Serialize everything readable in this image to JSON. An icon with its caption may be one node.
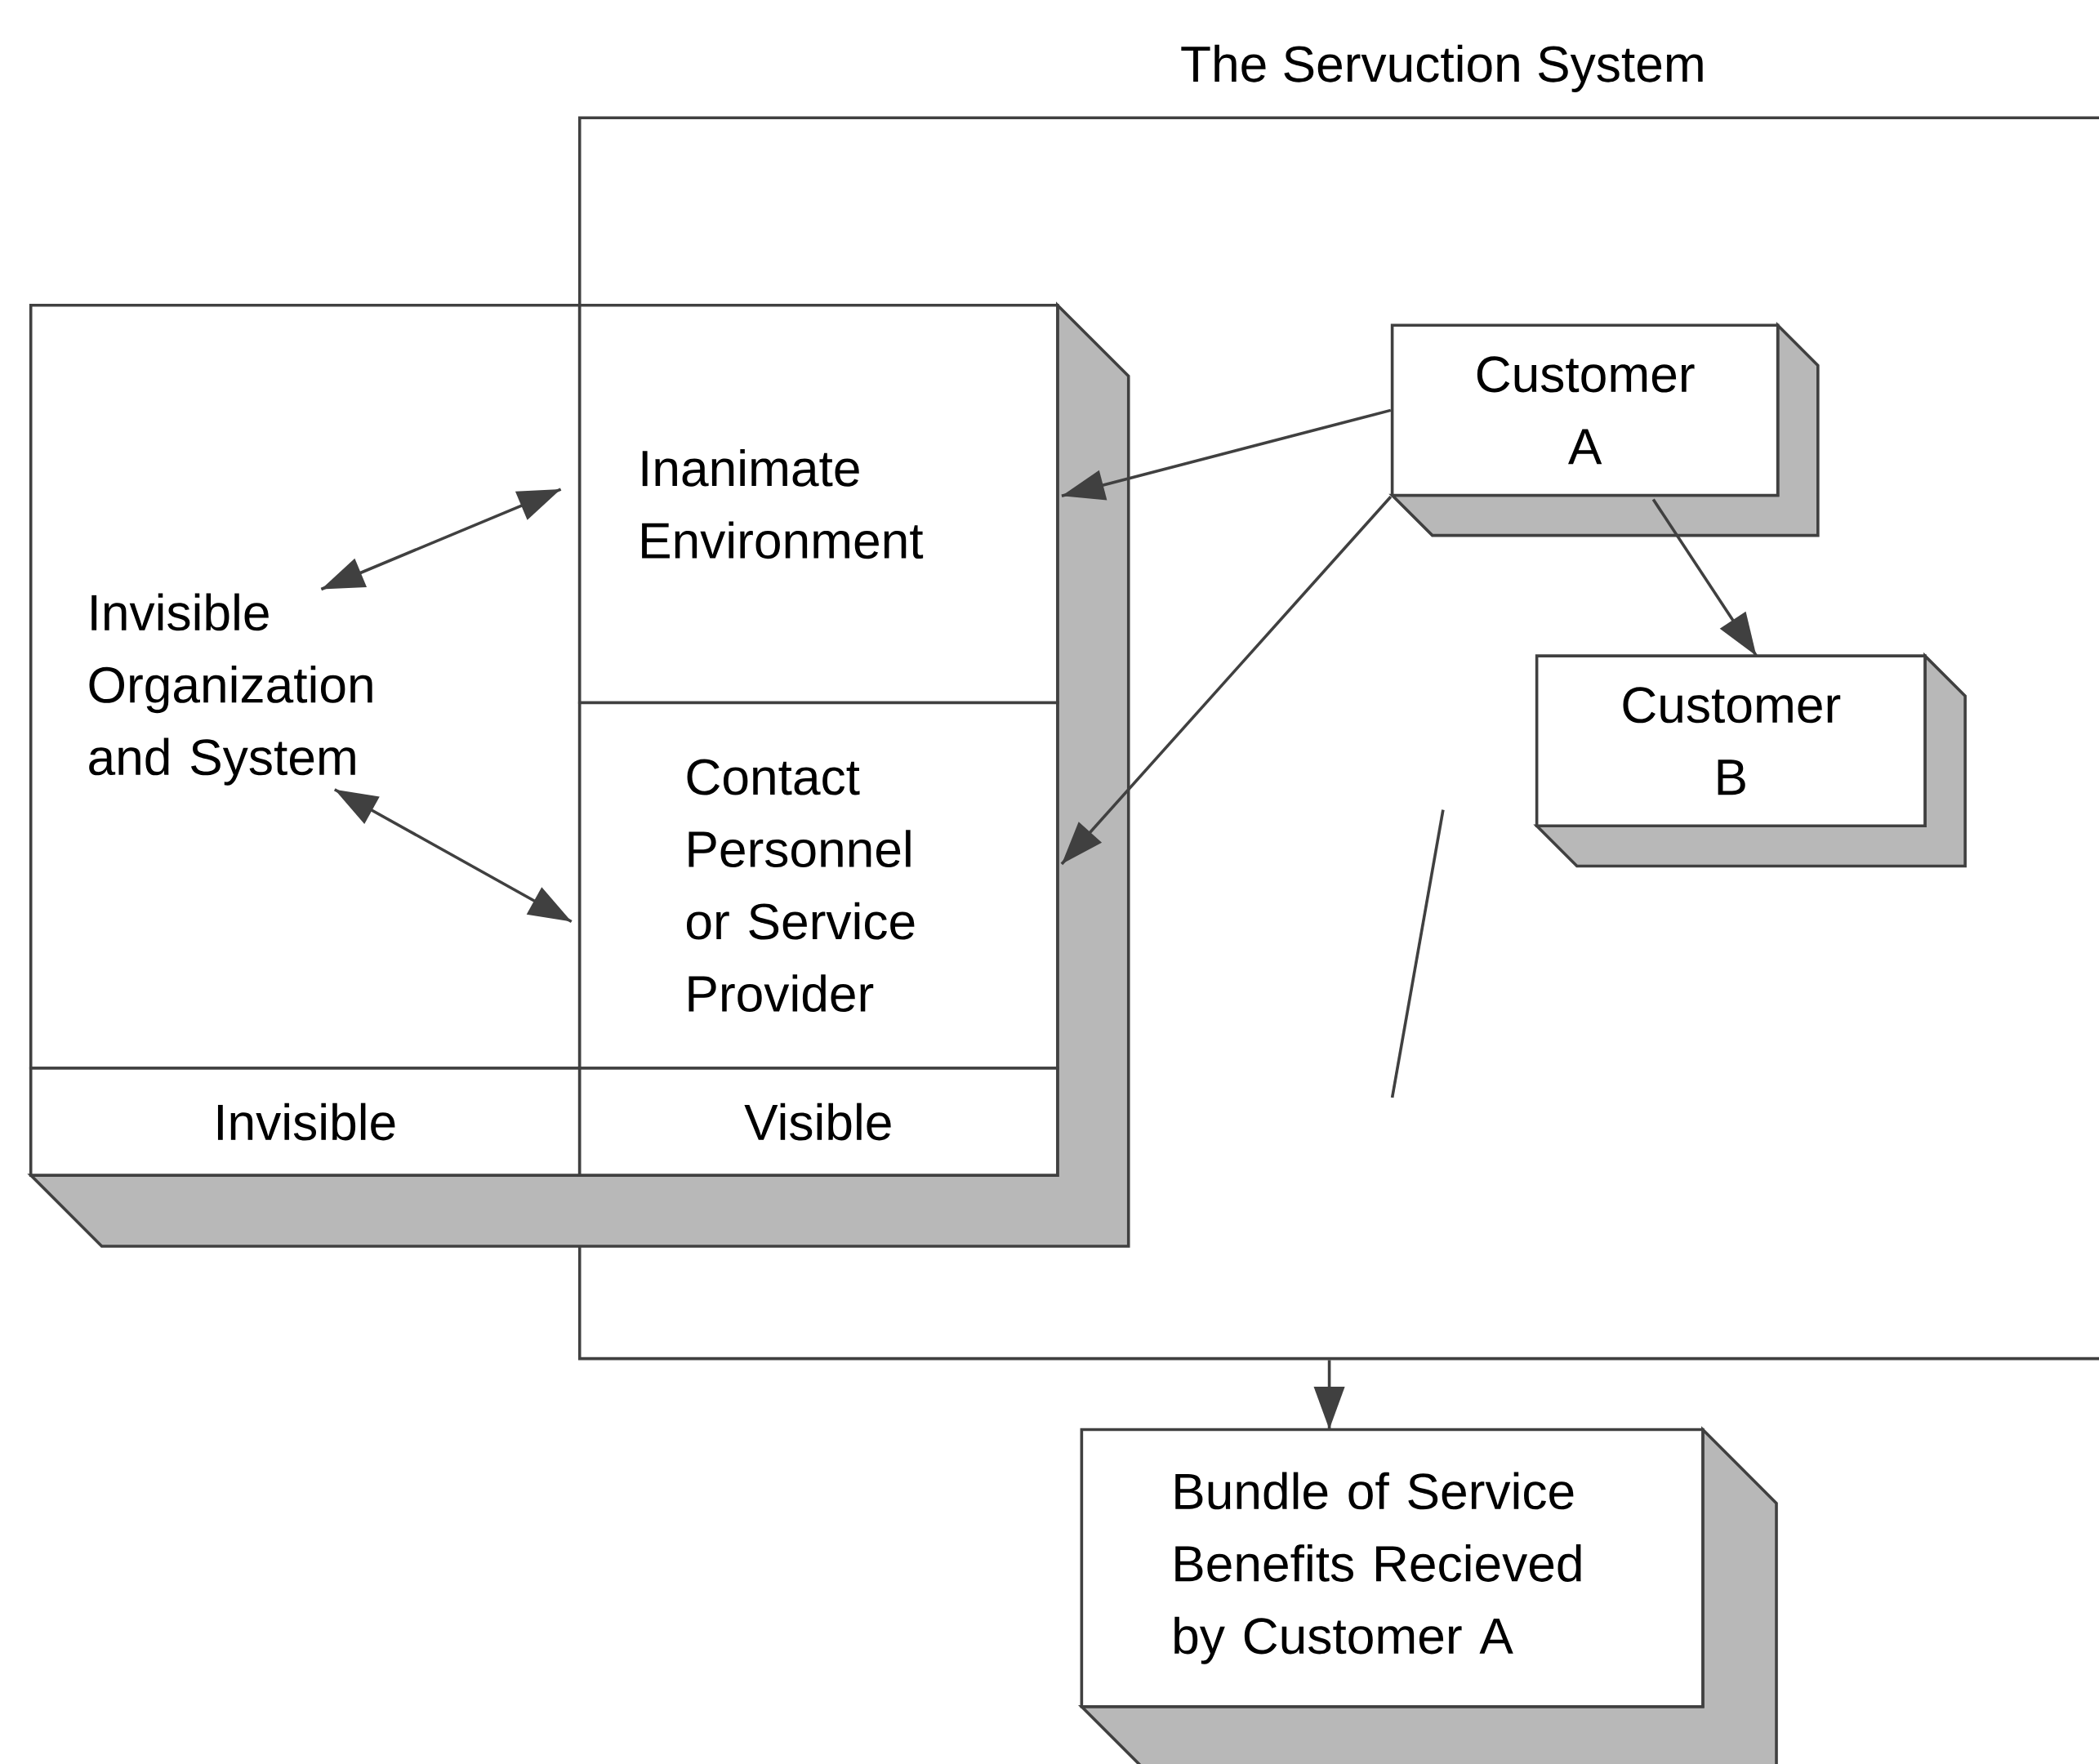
{
  "diagram": {
    "nodes": [
      {
        "text": [
          "The Servuction System"
        ]
      },
      {
        "text": [
          "Invisible Organization and System"
        ]
      },
      {
        "text": [
          "Inanimate Environment"
        ],
        "in": 0
      },
      {
        "text": [
          "Contact Personnel or Service Provider"
        ],
        "in": 0
      },
      {
        "text": [
          "Invisible"
        ]
      },
      {
        "text": [
          "Visible"
        ],
        "in": 0
      },
      {
        "text": [
          "Customer A"
        ],
        "in": 0
      },
      {
        "text": [
          "Customer B"
        ],
        "in": 0
      },
      {
        "text": [
          "Bundle of Service Benefits Recieved by Customer A"
        ]
      }
    ],
    "edges": [
      {
        "from": 1,
        "to": 2,
        "arrow": "both"
      },
      {
        "from": 1,
        "to": 3,
        "arrow": "both"
      },
      {
        "from": 6,
        "to": 2,
        "arrow": "to"
      },
      {
        "from": 6,
        "to": 3,
        "arrow": "to"
      },
      {
        "from": 6,
        "to": 7,
        "arrow": "to"
      },
      {
        "from": 0,
        "to": 8,
        "arrow": "to"
      }
    ]
  }
}
